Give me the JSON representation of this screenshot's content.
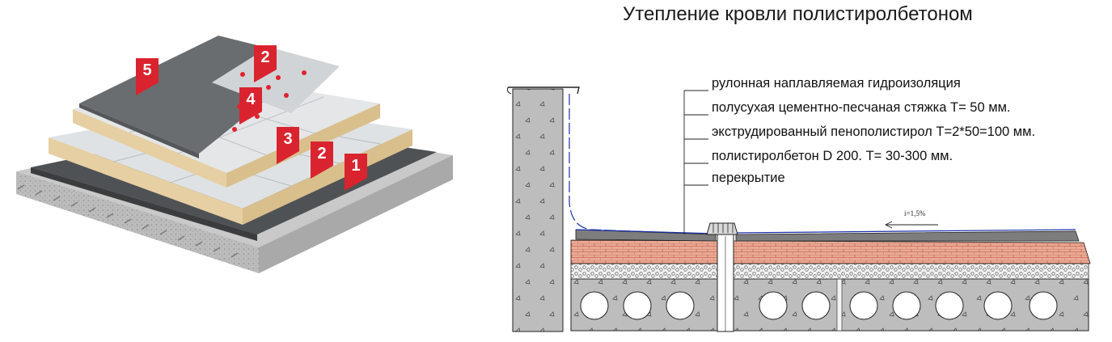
{
  "title": "Утепление кровли полистиролбетоном",
  "layers": [
    {
      "label": "рулонная наплавляемая гидроизоляция"
    },
    {
      "label": "полусухая цементно-песчаная стяжка Т= 50 мм."
    },
    {
      "label": "экструдированный пенополистирол Т=2*50=100 мм."
    },
    {
      "label": "полистиролбетон D 200. Т= 30-300 мм."
    },
    {
      "label": "перекрытие"
    }
  ],
  "slope": "i=1,5%",
  "markers": [
    {
      "num": "5"
    },
    {
      "num": "2"
    },
    {
      "num": "4"
    },
    {
      "num": "3"
    },
    {
      "num": "2"
    },
    {
      "num": "1"
    }
  ],
  "colors": {
    "marker": "#d9232e",
    "concrete": "#b5b5b5",
    "waterproofing": "#55585b",
    "xps": "#d7dadc",
    "brick": "#e9a48c",
    "outline_blue": "#1a2ea8"
  }
}
